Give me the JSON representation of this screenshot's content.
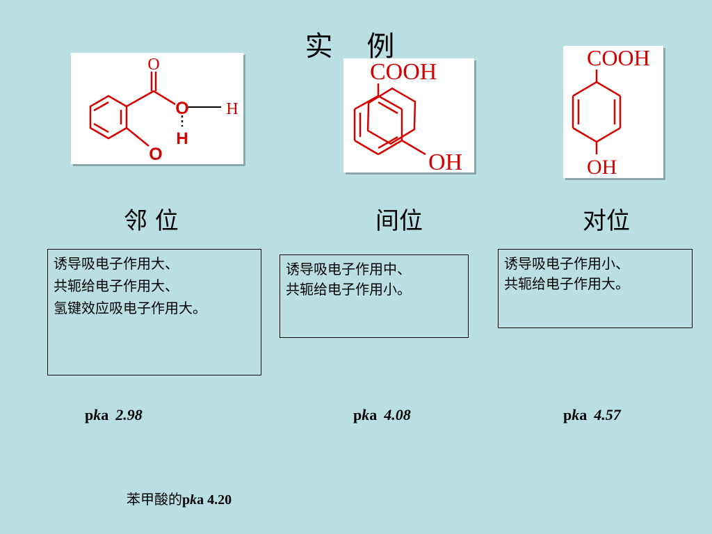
{
  "slide": {
    "title": "实  例"
  },
  "structures": {
    "ortho": {
      "o_top": "O",
      "o_mid": "O",
      "h_right": "H",
      "h_bond": "H",
      "o_bottom": "O"
    },
    "meta": {
      "cooh": "COOH",
      "oh": "OH"
    },
    "para": {
      "cooh": "COOH",
      "oh": "OH"
    }
  },
  "positions": {
    "ortho": {
      "label": "邻 位",
      "lines": [
        "诱导吸电子作用大、",
        "共轭给电子作用大、",
        "氢键效应吸电子作用大。"
      ],
      "pka_prefix": "p",
      "pka_k": "k",
      "pka_a": "a",
      "pka_value": "2.98"
    },
    "meta": {
      "label": "间位",
      "lines": [
        "诱导吸电子作用中、",
        "共轭给电子作用小。"
      ],
      "pka_prefix": "p",
      "pka_k": "k",
      "pka_a": "a",
      "pka_value": "4.08"
    },
    "para": {
      "label": "对位",
      "lines": [
        "诱导吸电子作用小、",
        "共轭给电子作用大。"
      ],
      "pka_prefix": "p",
      "pka_k": "k",
      "pka_a": "a",
      "pka_value": "4.57"
    }
  },
  "footnote": {
    "prefix": "苯甲酸的",
    "p": "p",
    "k": "k",
    "a": "a",
    "value": " 4.20"
  },
  "colors": {
    "background": "#b9dfe3",
    "structure": "#d40000"
  }
}
